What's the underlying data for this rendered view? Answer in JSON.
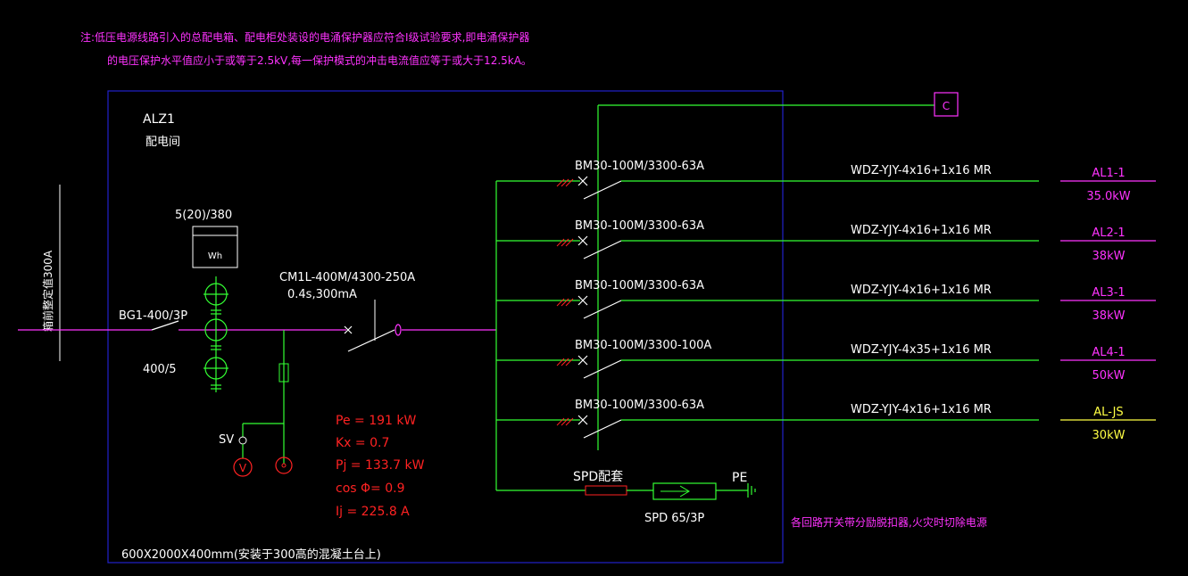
{
  "note": {
    "line1": "注:低压电源线路引入的总配电箱、配电柜处装设的电涌保护器应符合I级试验要求,即电涌保护器",
    "line2": "的电压保护水平值应小于或等于2.5kV,每一保护模式的冲击电流值应等于或大于12.5kA。"
  },
  "panel": {
    "name": "ALZ1",
    "room": "配电间",
    "dimensions": "600X2000X400mm(安装于300高的混凝土台上)"
  },
  "incoming": {
    "label": "箱前整定值300A",
    "breaker": "BG1-400/3P",
    "ct": "400/5",
    "meter": "5(20)/380",
    "meter_symbol": "Wh",
    "main_breaker": "CM1L-400M/4300-250A",
    "rcd": "0.4s,300mA",
    "sv": "SV",
    "voltmeter": "V"
  },
  "load_calc": {
    "pe": "Pe = 191 kW",
    "kx": "Kx = 0.7",
    "pj": "Pj = 133.7 kW",
    "cos": "cos Φ= 0.9",
    "ij": "Ij = 225.8 A"
  },
  "control_tag": "C",
  "circuits": [
    {
      "breaker": "BM30-100M/3300-63A",
      "cable": "WDZ-YJY-4x16+1x16 MR",
      "name": "AL1-1",
      "power": "35.0kW"
    },
    {
      "breaker": "BM30-100M/3300-63A",
      "cable": "WDZ-YJY-4x16+1x16 MR",
      "name": "AL2-1",
      "power": "38kW"
    },
    {
      "breaker": "BM30-100M/3300-63A",
      "cable": "WDZ-YJY-4x16+1x16 MR",
      "name": "AL3-1",
      "power": "38kW"
    },
    {
      "breaker": "BM30-100M/3300-100A",
      "cable": "WDZ-YJY-4x35+1x16 MR",
      "name": "AL4-1",
      "power": "50kW"
    },
    {
      "breaker": "BM30-100M/3300-63A",
      "cable": "WDZ-YJY-4x16+1x16 MR",
      "name": "AL-JS",
      "power": "30kW"
    }
  ],
  "spd": {
    "label_top": "SPD配套",
    "label_bottom": "SPD 65/3P",
    "pe": "PE"
  },
  "footnote": "各回路开关带分励脱扣器,火灾时切除电源",
  "colors": {
    "magenta": "#ff33ff",
    "green": "#33ff33",
    "blue": "#2222cc",
    "red": "#ff2222",
    "white": "#ffffff",
    "yellow": "#ffff44"
  }
}
